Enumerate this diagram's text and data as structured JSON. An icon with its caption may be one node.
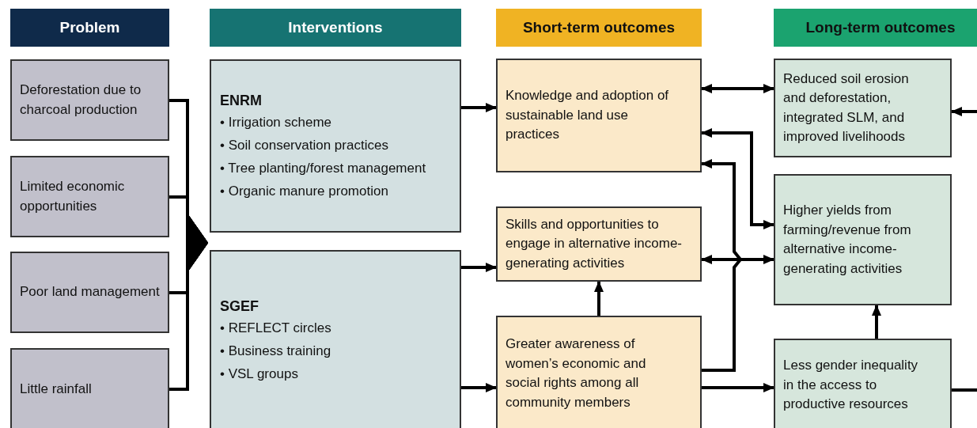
{
  "diagram": {
    "nodes": [
      {
        "text": [
          "Problem"
        ]
      },
      {
        "text": [
          "Interventions"
        ]
      },
      {
        "text": [
          "Short-term outcomes"
        ]
      },
      {
        "text": [
          "Long-term outcomes"
        ]
      },
      {
        "text": [
          "Deforestation due to charcoal production"
        ]
      },
      {
        "text": [
          "Limited economic opportunities"
        ]
      },
      {
        "text": [
          "Poor land management"
        ]
      },
      {
        "text": [
          "Little rainfall"
        ]
      },
      {
        "text": [
          "ENRM",
          "• Irrigation scheme",
          "• Soil conservation practices",
          "• Tree planting/forest management",
          "• Organic manure promotion"
        ]
      },
      {
        "text": [
          "SGEF",
          "• REFLECT circles",
          "• Business training",
          "• VSL groups"
        ]
      },
      {
        "text": [
          "Knowledge and adoption of sustainable land use practices"
        ]
      },
      {
        "text": [
          "Skills and opportunities to engage in alternative income-generating activities"
        ]
      },
      {
        "text": [
          "Greater awareness of women’s economic and social rights among all community members"
        ]
      },
      {
        "text": [
          "Reduced soil erosion and deforestation, integrated SLM, and improved livelihoods"
        ]
      },
      {
        "text": [
          "Higher yields from farming/revenue from alternative income-generating activities"
        ]
      },
      {
        "text": [
          "Less gender inequality in the access to productive resources"
        ]
      }
    ],
    "edges": [
      {
        "from": 4,
        "to": 8,
        "arrow": "to"
      },
      {
        "from": 5,
        "to": 8,
        "arrow": "to"
      },
      {
        "from": 6,
        "to": 8,
        "arrow": "to"
      },
      {
        "from": 7,
        "to": 8,
        "arrow": "to"
      },
      {
        "from": 4,
        "to": 9,
        "arrow": "to"
      },
      {
        "from": 5,
        "to": 9,
        "arrow": "to"
      },
      {
        "from": 6,
        "to": 9,
        "arrow": "to"
      },
      {
        "from": 7,
        "to": 9,
        "arrow": "to"
      },
      {
        "from": 8,
        "to": 10,
        "arrow": "to"
      },
      {
        "from": 9,
        "to": 11,
        "arrow": "to"
      },
      {
        "from": 9,
        "to": 12,
        "arrow": "to"
      },
      {
        "from": 12,
        "to": 11,
        "arrow": "to"
      },
      {
        "from": 10,
        "to": 13,
        "arrow": "both"
      },
      {
        "from": 10,
        "to": 14,
        "arrow": "both"
      },
      {
        "from": 12,
        "to": 10,
        "arrow": "to"
      },
      {
        "from": 11,
        "to": 14,
        "arrow": "both"
      },
      {
        "from": 12,
        "to": 15,
        "arrow": "to"
      },
      {
        "from": 15,
        "to": 14,
        "arrow": "to"
      },
      {
        "from": 15,
        "to": null,
        "arrow": "none"
      },
      {
        "from": null,
        "to": 13,
        "arrow": "to"
      }
    ]
  }
}
